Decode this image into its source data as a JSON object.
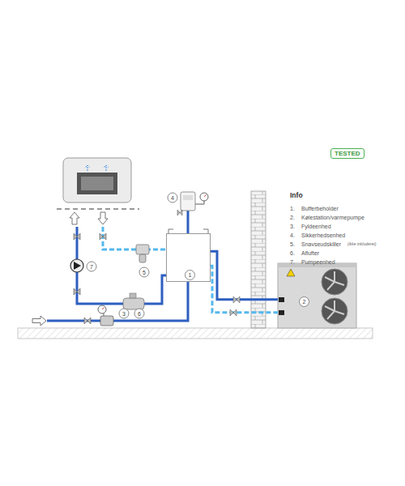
{
  "diagram": {
    "nodes": [
      {
        "text": [
          "TESTED"
        ]
      },
      {
        "text": [
          "1"
        ]
      },
      {
        "text": [
          "2"
        ]
      }
    ],
    "edges": [
      {
        "from": 1,
        "to": 2,
        "arrow": "none"
      },
      {
        "from": 1,
        "to": 2,
        "arrow": "none"
      }
    ],
    "labels": [
      "4",
      "5",
      "7",
      "6",
      "3",
      "Info",
      "1.",
      "Bufferbeholder",
      "2.",
      "Kølestation/varmepumpe",
      "3.",
      "Fyldeenhed",
      "4.",
      "Sikkerhedsenhed",
      "5.",
      "Snavseudskiller",
      "(ikke inkluderet)",
      "6.",
      "Aflufter",
      "7.",
      "Pumpeenhed"
    ]
  }
}
